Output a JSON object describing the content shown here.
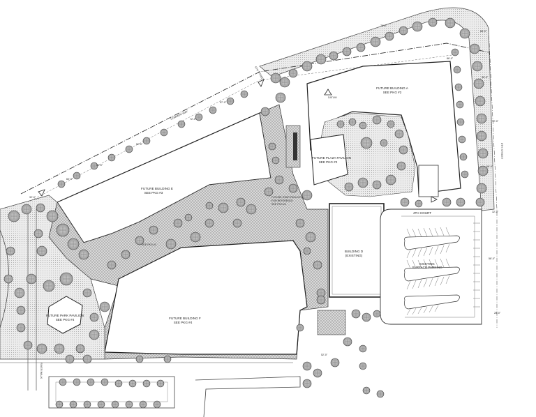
{
  "buildings": {
    "a": {
      "name": "FUTURE BUILDING A",
      "ref": "SEE PKG #2"
    },
    "e": {
      "name": "FUTURE BUILDING E",
      "ref": "SEE PKG #3"
    },
    "f": {
      "name": "FUTURE BUILDING F",
      "ref": "SEE PKG #4"
    },
    "d": {
      "name": "BUILDING D",
      "sub": "(EXISTING)"
    },
    "plaza_pavilion": {
      "name": "FUTURE PLAZA PAVILION",
      "ref": "SEE PKG #2"
    },
    "park_pavilion": {
      "name": "FUTURE PARK PAVILION",
      "ref": "SEE PKG #4"
    },
    "stair_pavilion": {
      "name": "FUTURE STAIR PAVILION",
      "ref1": "FOR REFERENCE",
      "ref2": "SEE PKG #3"
    },
    "small_e": {
      "ref": "SEE PKG #3"
    }
  },
  "streets": {
    "common": "COMMON WAY",
    "sixth": "6TH STREET",
    "eighth": "8TH STREET",
    "river": "RIVER WALK"
  },
  "parking": {
    "court": "4TH COURT",
    "existing1": "EXISTING",
    "existing2": "SURFACE PARKING"
  },
  "dims": [
    "88'-0\"",
    "36'-0\"",
    "72'-0\"",
    "56'-0\"",
    "32'-0\"",
    "58'-0\"",
    "28'-0\"",
    "52'-0\"",
    "57'-0\"",
    "72'-0\"",
    "52'-0\"",
    "54'-0\"",
    "60'-0\"",
    "32'-0\"",
    "76'-0\"",
    "86'-0\""
  ],
  "markers": {
    "datum": "DATUM"
  }
}
